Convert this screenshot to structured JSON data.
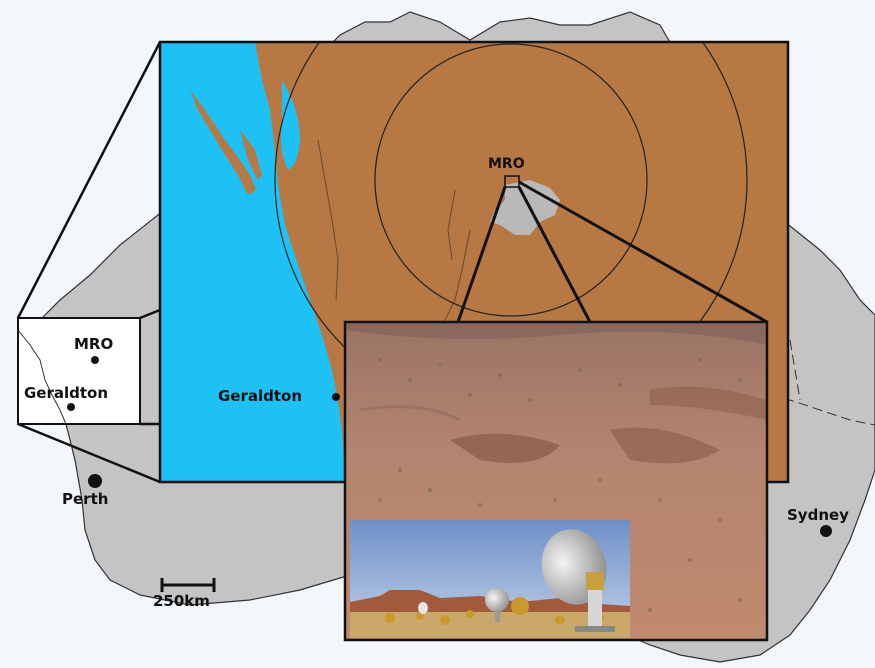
{
  "labels": {
    "mro_small": "MRO",
    "geraldton_small": "Geraldton",
    "perth": "Perth",
    "mro_zoom": "MRO",
    "geraldton_zoom": "Geraldton",
    "sydney": "Sydney",
    "scale": "250km"
  },
  "colors": {
    "land": "#c4c4c4",
    "coast": "#333333",
    "ocean": "#1ec1f3",
    "desert": "#b77844",
    "frame": "#111111",
    "background": "#f3f7fb"
  },
  "scale_bar": {
    "length_km": 250
  }
}
